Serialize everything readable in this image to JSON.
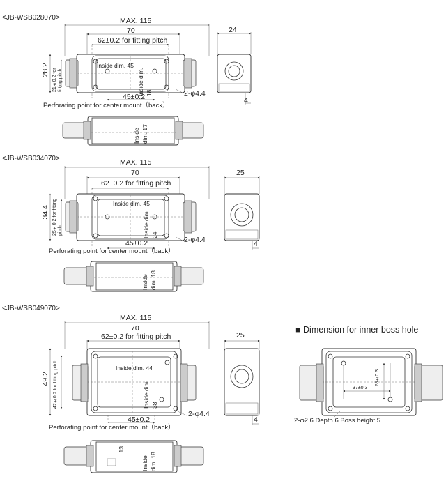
{
  "sections": [
    {
      "model": "<JB-WSB028070>",
      "max": "MAX. 115",
      "width": "70",
      "pitch": "62±0.2 for fitting pitch",
      "height": "28.2",
      "vpitch": "21±0.2 for fitting pitch",
      "inside_w": "Inside dim. 45",
      "inside_h": "Inside dim. 18",
      "center": "45±0.2",
      "hole": "2-φ4.4",
      "perforating": "Perforating point for center mount（back）",
      "side_width": "24",
      "side_foot": "4",
      "front_inside": "Inside dim. 17"
    },
    {
      "model": "<JB-WSB034070>",
      "max": "MAX. 115",
      "width": "70",
      "pitch": "62±0.2 for fitting pitch",
      "height": "34.4",
      "vpitch": "25±0.2 for fitting pitch",
      "inside_w": "Inside dim. 45",
      "inside_h": "Inside dim. 24",
      "center": "45±0.2",
      "hole": "2-φ4.4",
      "perforating": "Perforating point for center mount（back）",
      "side_width": "25",
      "side_foot": "4",
      "front_inside": "Inside dim. 18"
    },
    {
      "model": "<JB-WSB049070>",
      "max": "MAX. 115",
      "width": "70",
      "pitch": "62±0.2 for fitting pitch",
      "height": "49.2",
      "vpitch": "42±0.2 for fitting pitch",
      "inside_w": "Inside dim. 44",
      "inside_h": "Inside dim. 38",
      "center": "45±0.2",
      "hole": "2-φ4.4",
      "perforating": "Perforating point for center mount（back）",
      "side_width": "25",
      "side_foot": "4",
      "front_inside": "Inside dim. 18",
      "front_13": "13"
    }
  ],
  "boss": {
    "title": "■ Dimension for inner boss hole",
    "dim_v": "28±0.3",
    "dim_h": "37±0.3",
    "note": "2-φ2.6 Depth 6 Boss height 5"
  }
}
